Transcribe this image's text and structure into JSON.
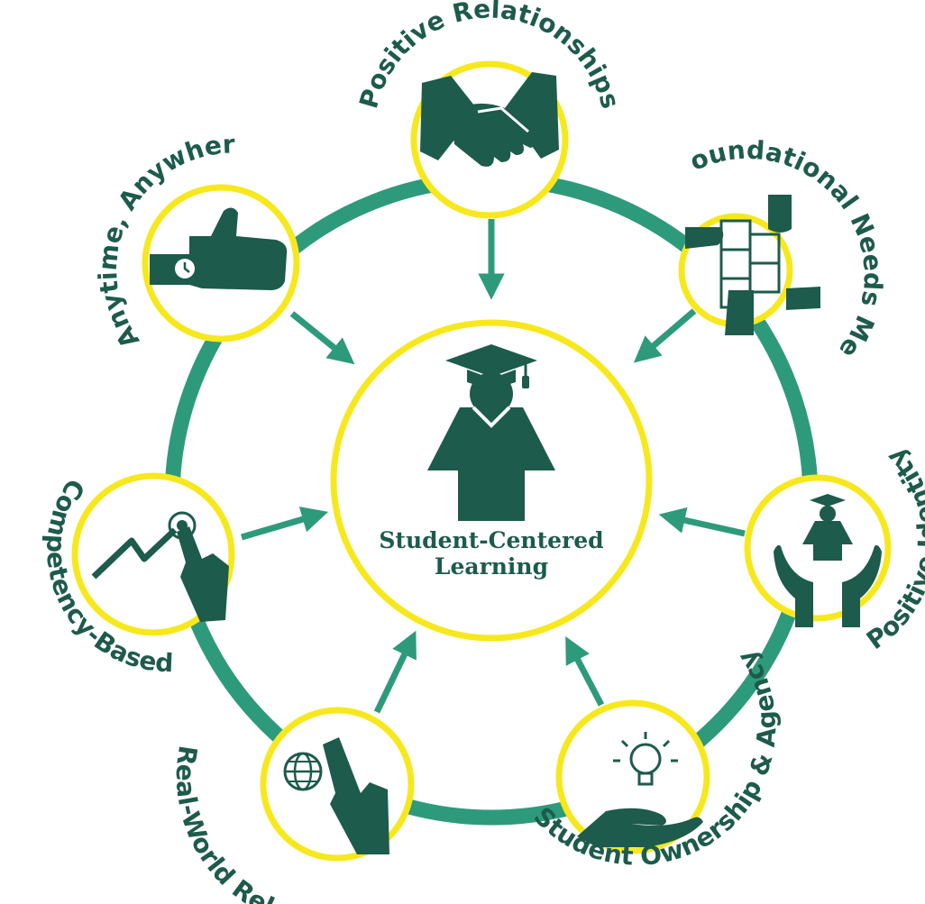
{
  "colors": {
    "primary": "#1d5b4c",
    "ring": "#2e9a7c",
    "accent": "#f7e81e",
    "background": "#ffffff"
  },
  "center": {
    "line1": "Student-Centered",
    "line2": "Learning",
    "icon": "graduate-icon"
  },
  "nodes": [
    {
      "id": "positive-relationships",
      "label": "Positive Relationships",
      "icon": "handshake-icon"
    },
    {
      "id": "foundational-needs-met",
      "label": "Foundational Needs Met",
      "icon": "puzzle-hands-icon"
    },
    {
      "id": "positive-identity",
      "label": "Positive Identity",
      "icon": "hands-graduate-icon"
    },
    {
      "id": "student-ownership-agency",
      "label": "Student Ownership & Agency",
      "icon": "lightbulb-hand-icon"
    },
    {
      "id": "real-world-relevant",
      "label": "Real-World Relevant",
      "icon": "globe-hand-icon"
    },
    {
      "id": "competency-based",
      "label": "Competency-Based",
      "icon": "graph-hand-icon"
    },
    {
      "id": "anytime-anywhere",
      "label": "Anytime, Anywhere",
      "icon": "watch-thumbs-up-icon"
    }
  ]
}
